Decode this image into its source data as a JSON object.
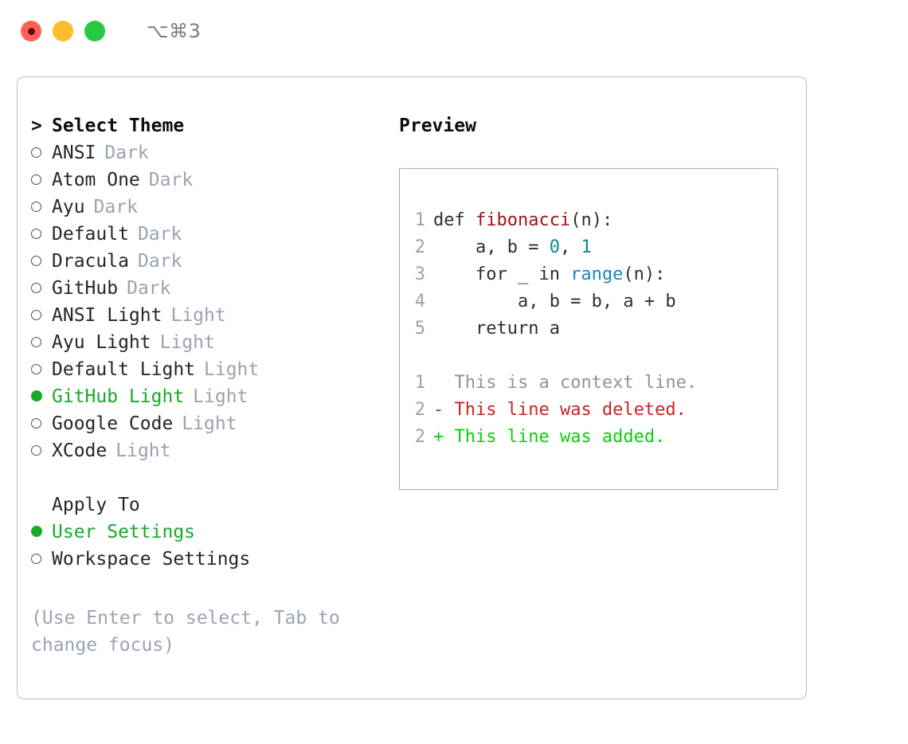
{
  "titlebar": {
    "shortcut": "⌥⌘3",
    "dots": [
      "close-dot",
      "minimize-dot",
      "maximize-dot"
    ]
  },
  "theme_picker": {
    "header": {
      "marker": ">",
      "label": "Select Theme"
    },
    "items": [
      {
        "label": "ANSI",
        "tag": "Dark",
        "selected": false
      },
      {
        "label": "Atom One",
        "tag": "Dark",
        "selected": false
      },
      {
        "label": "Ayu",
        "tag": "Dark",
        "selected": false
      },
      {
        "label": "Default",
        "tag": "Dark",
        "selected": false
      },
      {
        "label": "Dracula",
        "tag": "Dark",
        "selected": false
      },
      {
        "label": "GitHub",
        "tag": "Dark",
        "selected": false
      },
      {
        "label": "ANSI Light",
        "tag": "Light",
        "selected": false
      },
      {
        "label": "Ayu Light",
        "tag": "Light",
        "selected": false
      },
      {
        "label": "Default Light",
        "tag": "Light",
        "selected": false
      },
      {
        "label": "GitHub Light",
        "tag": "Light",
        "selected": true
      },
      {
        "label": "Google Code",
        "tag": "Light",
        "selected": false
      },
      {
        "label": "XCode",
        "tag": "Light",
        "selected": false
      }
    ]
  },
  "apply_to": {
    "header": "Apply To",
    "items": [
      {
        "label": "User Settings",
        "selected": true
      },
      {
        "label": "Workspace Settings",
        "selected": false
      }
    ]
  },
  "hint": "(Use Enter to select, Tab to change focus)",
  "preview": {
    "title": "Preview",
    "code_lines": [
      {
        "number": "1",
        "parts": [
          {
            "text": "def ",
            "kind": "plain"
          },
          {
            "text": "fibonacci",
            "kind": "fn"
          },
          {
            "text": "(n):",
            "kind": "plain"
          }
        ]
      },
      {
        "number": "2",
        "parts": [
          {
            "text": "    a, b = ",
            "kind": "plain"
          },
          {
            "text": "0",
            "kind": "num"
          },
          {
            "text": ", ",
            "kind": "plain"
          },
          {
            "text": "1",
            "kind": "num"
          }
        ]
      },
      {
        "number": "3",
        "parts": [
          {
            "text": "    for _ in ",
            "kind": "plain"
          },
          {
            "text": "range",
            "kind": "call"
          },
          {
            "text": "(n):",
            "kind": "plain"
          }
        ]
      },
      {
        "number": "4",
        "parts": [
          {
            "text": "        a, b = b, a + b",
            "kind": "plain"
          }
        ]
      },
      {
        "number": "5",
        "parts": [
          {
            "text": "    return a",
            "kind": "plain"
          }
        ]
      }
    ],
    "diff_lines": [
      {
        "number": "1",
        "sign": "  ",
        "text": "This is a context line.",
        "kind": "ctx"
      },
      {
        "number": "2",
        "sign": "- ",
        "text": "This line was deleted.",
        "kind": "del"
      },
      {
        "number": "2",
        "sign": "+ ",
        "text": "This line was added.",
        "kind": "add"
      }
    ]
  },
  "colors": {
    "accent_green": "#18a82a",
    "muted": "#9aa3b0",
    "border": "#b6bfcb",
    "preview_border": "#a3adbb",
    "code_fn": "#a31515",
    "code_num": "#0d8a8a",
    "code_call": "#1689b8",
    "diff_del": "#cc2222",
    "diff_add": "#11cc11",
    "dot_red": "#fd5f56",
    "dot_yellow": "#febc2e",
    "dot_green": "#28c840"
  }
}
